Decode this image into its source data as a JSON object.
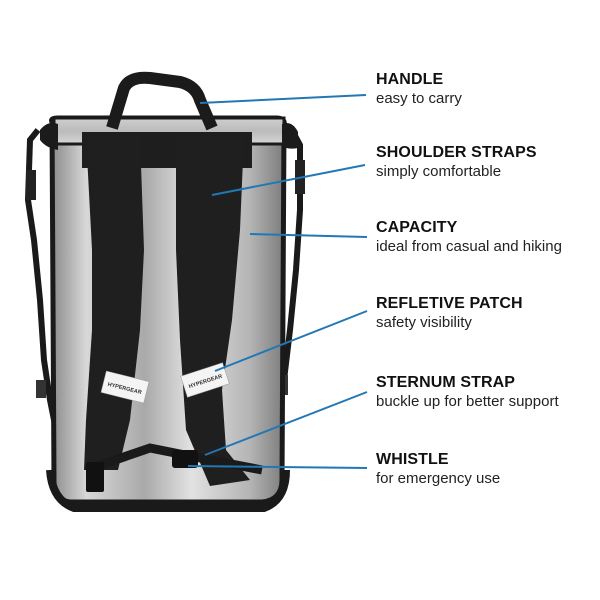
{
  "product": {
    "brand_tag_text": "HYPERGEAR",
    "colors": {
      "leader_line": "#2277b5",
      "strap": "#1b1b1b",
      "body_silver": "#bdbdbd",
      "background": "#ffffff"
    }
  },
  "features": [
    {
      "title": "HANDLE",
      "description": "easy to carry"
    },
    {
      "title": "SHOULDER STRAPS",
      "description": "simply comfortable"
    },
    {
      "title": "CAPACITY",
      "description": "ideal from casual and hiking"
    },
    {
      "title": "REFLETIVE PATCH",
      "description": "safety visibility"
    },
    {
      "title": "STERNUM STRAP",
      "description": "buckle up for better support"
    },
    {
      "title": "WHISTLE",
      "description": "for emergency use"
    }
  ]
}
